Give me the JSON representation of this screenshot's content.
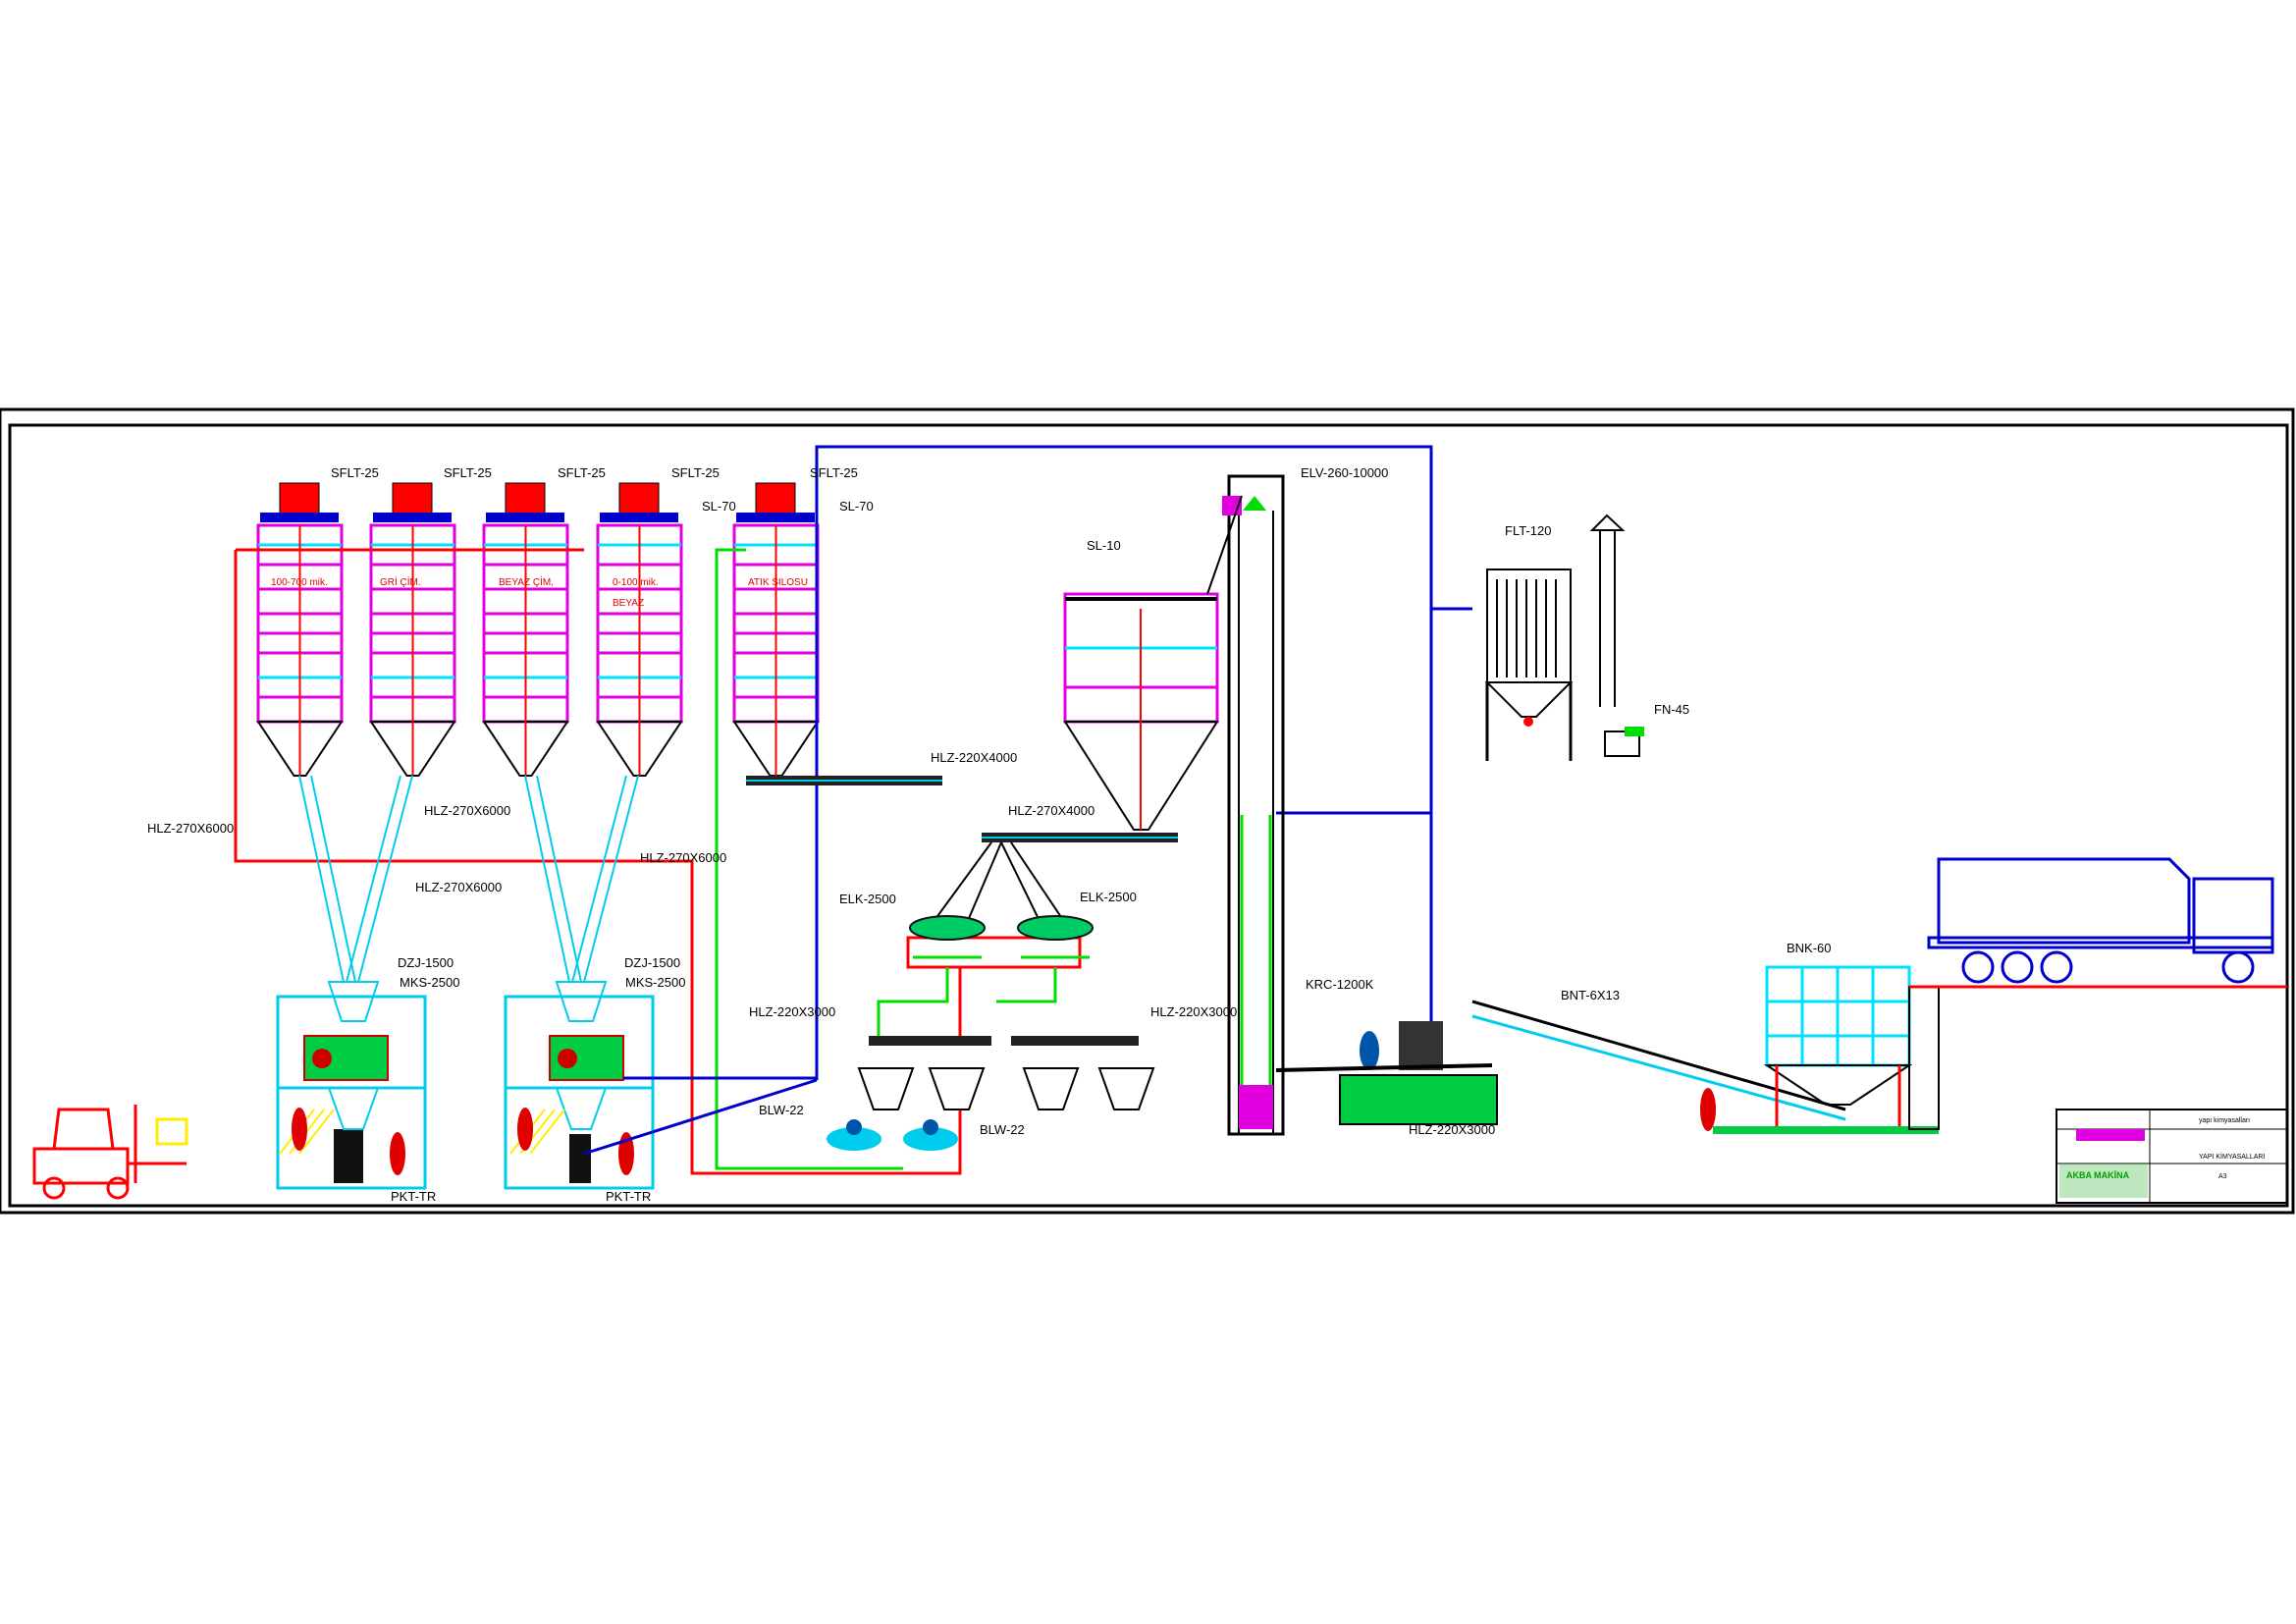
{
  "colors": {
    "frame": "#000000",
    "silo": "#e000e0",
    "band": "#00e0ff",
    "pipe_red": "#ff0000",
    "pipe_blue": "#0000cc",
    "pipe_green": "#00dd00",
    "equipment": "#00ccee",
    "filter": "#ff0000"
  },
  "silos": [
    {
      "filter_label": "SFLT-25",
      "content_label": "100-700 mik.",
      "content_label2": ""
    },
    {
      "filter_label": "SFLT-25",
      "content_label": "GRİ ÇİM.",
      "content_label2": ""
    },
    {
      "filter_label": "SFLT-25",
      "content_label": "BEYAZ ÇİM.",
      "content_label2": ""
    },
    {
      "filter_label": "SFLT-25",
      "content_label": "0-100 mik.",
      "content_label2": "BEYAZ",
      "silo_label": "SL-70"
    },
    {
      "filter_label": "SFLT-25",
      "content_label": "ATIK SILOSU",
      "content_label2": "",
      "silo_label": "SL-70"
    }
  ],
  "labels": {
    "hlz_left_a": "HLZ-270X6000",
    "hlz_left_b": "HLZ-270X6000",
    "hlz_mid_a": "HLZ-270X6000",
    "hlz_mid_b": "HLZ-270X6000",
    "dzj_1": "DZJ-1500",
    "mks_1": "MKS-2500",
    "dzj_2": "DZJ-1500",
    "mks_2": "MKS-2500",
    "pkt_1": "PKT-TR",
    "pkt_2": "PKT-TR",
    "hlz_220x4000": "HLZ-220X4000",
    "hlz_270x4000": "HLZ-270X4000",
    "elk_left": "ELK-2500",
    "elk_right": "ELK-2500",
    "hlz_220x3000_a": "HLZ-220X3000",
    "hlz_220x3000_b": "HLZ-220X3000",
    "blw_left": "BLW-22",
    "blw_right": "BLW-22",
    "sl10": "SL-10",
    "elv": "ELV-260-10000",
    "flt": "FLT-120",
    "fn": "FN-45",
    "krc": "KRC-1200K",
    "hlz_220x3000_c": "HLZ-220X3000",
    "bnt": "BNT-6X13",
    "bnk": "BNK-60"
  },
  "title_block": {
    "project": "yapı kimyasalları",
    "company": "AKBA MAKİNA",
    "drawing_title": "YAPI KİMYASALLARI",
    "sheet": "A3"
  }
}
